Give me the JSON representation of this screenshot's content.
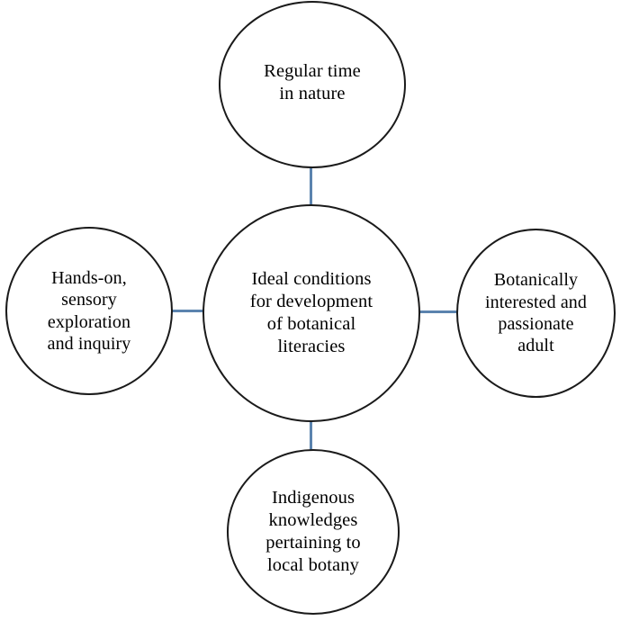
{
  "diagram": {
    "type": "radial-hub-and-spoke",
    "background_color": "#ffffff",
    "circle_stroke_color": "#1a1a1a",
    "connector_color": "#5b83ae",
    "text_color": "#000000",
    "center": {
      "id": "center",
      "label": "Ideal conditions\nfor development\nof botanical\nliteracies",
      "lines": [
        "Ideal conditions",
        "for development",
        "of botanical",
        "literacies"
      ]
    },
    "nodes": [
      {
        "id": "top",
        "position": "top",
        "label": "Regular time\nin nature",
        "lines": [
          "Regular time",
          "in nature"
        ]
      },
      {
        "id": "left",
        "position": "left",
        "label": "Hands-on,\nsensory\nexploration\nand inquiry",
        "lines": [
          "Hands-on,",
          "sensory",
          "exploration",
          "and inquiry"
        ]
      },
      {
        "id": "right",
        "position": "right",
        "label": "Botanically\ninterested and\npassionate\nadult",
        "lines": [
          "Botanically",
          "interested and",
          "passionate",
          "adult"
        ]
      },
      {
        "id": "bottom",
        "position": "bottom",
        "label": "Indigenous\nknowledges\npertaining to\nlocal botany",
        "lines": [
          "Indigenous",
          "knowledges",
          "pertaining to",
          "local botany"
        ]
      }
    ],
    "connectors": [
      {
        "id": "connector-top",
        "from": "center",
        "to": "top",
        "orientation": "vertical"
      },
      {
        "id": "connector-bottom",
        "from": "center",
        "to": "bottom",
        "orientation": "vertical"
      },
      {
        "id": "connector-left",
        "from": "center",
        "to": "left",
        "orientation": "horizontal"
      },
      {
        "id": "connector-right",
        "from": "center",
        "to": "right",
        "orientation": "horizontal"
      }
    ]
  }
}
